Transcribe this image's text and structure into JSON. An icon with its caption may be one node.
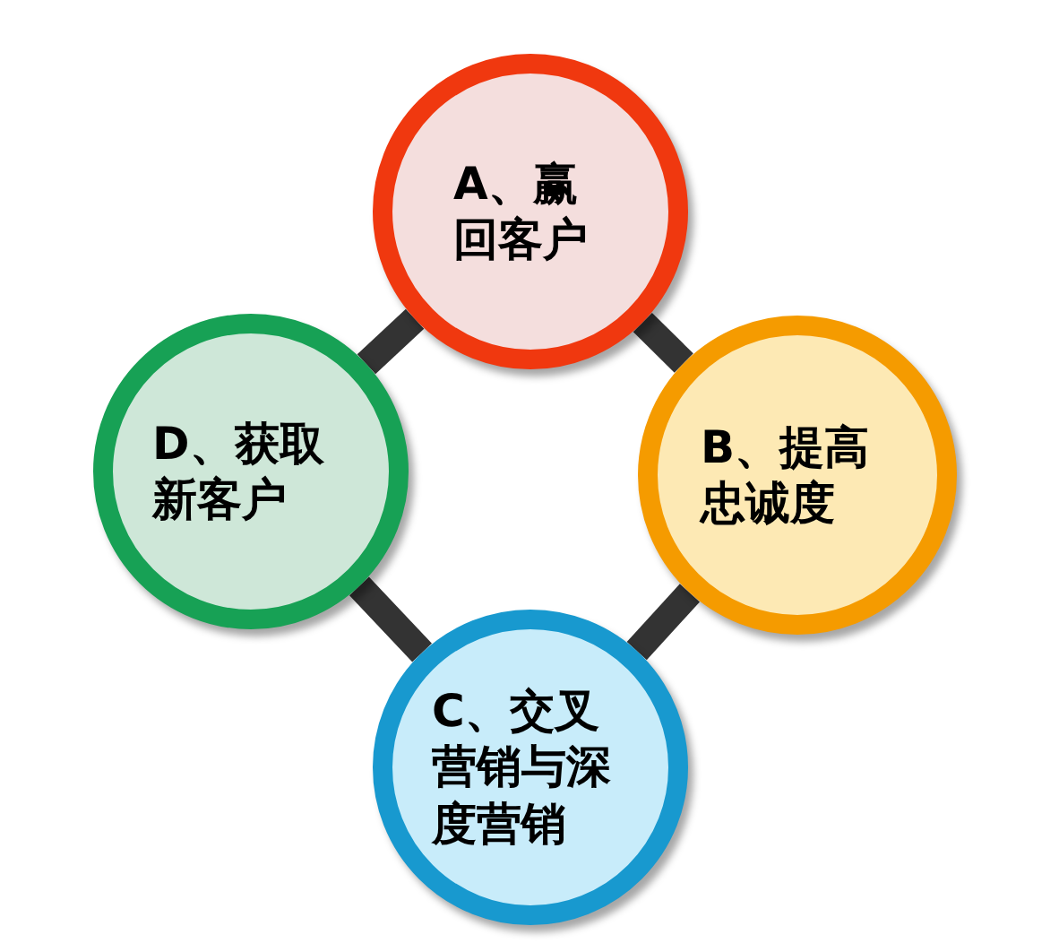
{
  "diagram": {
    "nodes": [
      {
        "text": [
          "A、赢回客户"
        ]
      },
      {
        "text": [
          "B、提高忠诚度"
        ]
      },
      {
        "text": [
          "C、交叉营销与深度营销"
        ]
      },
      {
        "text": [
          "D、获取新客户"
        ]
      }
    ],
    "edges": [
      {
        "from": 0,
        "to": 1,
        "arrow": "none"
      },
      {
        "from": 1,
        "to": 2,
        "arrow": "none"
      },
      {
        "from": 2,
        "to": 3,
        "arrow": "none"
      },
      {
        "from": 3,
        "to": 0,
        "arrow": "none"
      }
    ]
  }
}
